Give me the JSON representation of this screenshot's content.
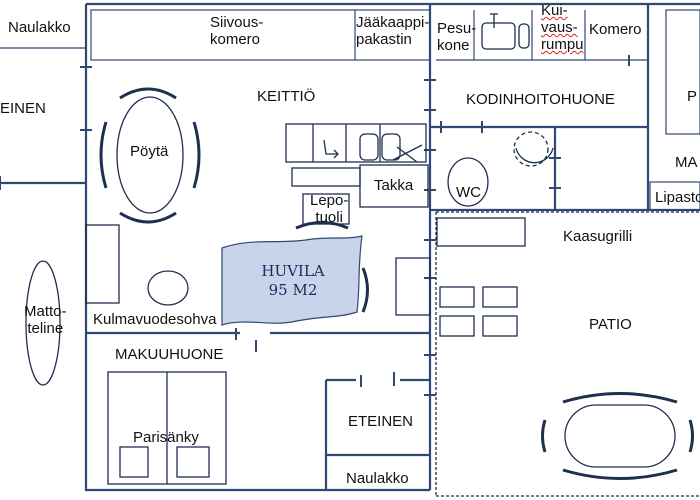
{
  "plan": {
    "title": "HUVILA",
    "area": "95 M2",
    "colors": {
      "wall": "#2f4876",
      "furniture": "#1f2f4f",
      "badge_fill": "#c9d3ea",
      "background": "#ffffff"
    }
  },
  "rooms": {
    "naulakko_top": "Naulakko",
    "eteinen_left": "EINEN",
    "siivouskomero": [
      "Siivous-",
      "komero"
    ],
    "jaakaappipakastin": [
      "Jääkaappi-",
      "pakastin"
    ],
    "pesukone": [
      "Pesu-",
      "kone"
    ],
    "kuivausrumpu": [
      "Kui-",
      "vaus-",
      "rumpu"
    ],
    "komero": "Komero",
    "p_partial": "P",
    "keittio": "KEITTIÖ",
    "kodinhoitohuone": "KODINHOITOHUONE",
    "ma_partial": "MA",
    "poyta": "Pöytä",
    "lepotuoli": [
      "Lepo-",
      "tuoli"
    ],
    "takka": "Takka",
    "wc": "WC",
    "lipasto": "Lipasto",
    "kaasugrilli": "Kaasugrilli",
    "mattoteline": [
      "Matto-",
      "teline"
    ],
    "kulmavuodesohva": "Kulmavuodesohva",
    "patio": "PATIO",
    "makuuhuone": "MAKUUHUONE",
    "parisanky": "Parisänky",
    "eteinen_bottom": "ETEINEN",
    "naulakko_bottom": "Naulakko"
  }
}
